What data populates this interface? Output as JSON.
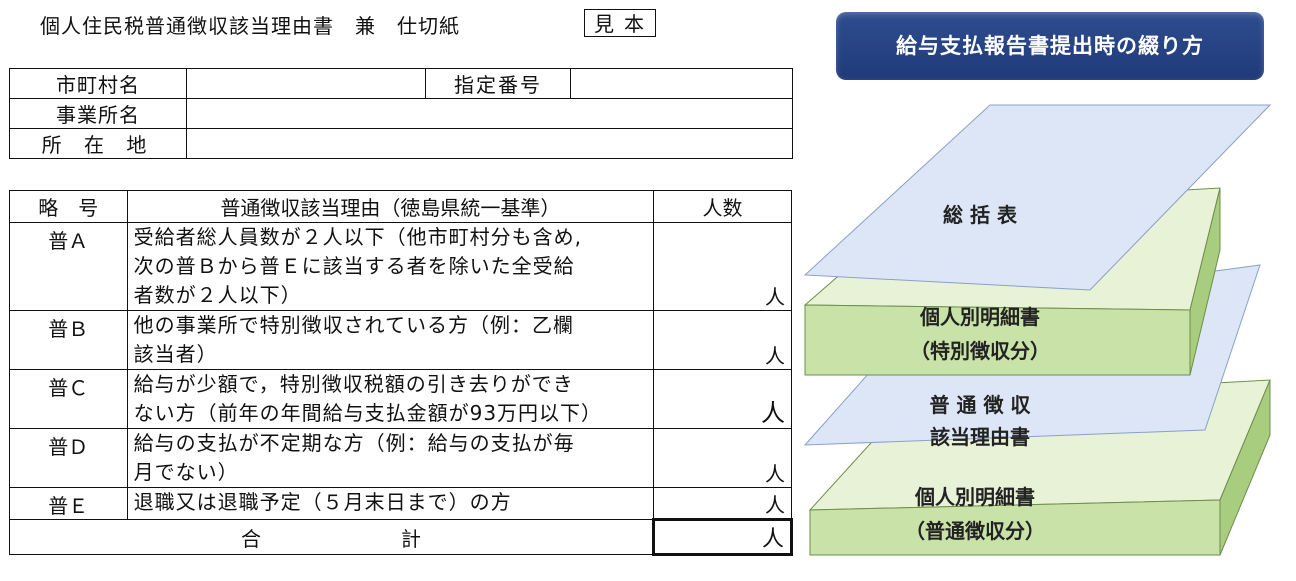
{
  "document": {
    "title": "個人住民税普通徴収該当理由書　兼　仕切紙",
    "sample_mark": "見本"
  },
  "info_table": {
    "municipality_label": "市町村名",
    "designation_number_label": "指定番号",
    "business_name_label": "事業所名",
    "address_label": "所 在 地"
  },
  "reasons_table": {
    "headers": {
      "code": "略　号",
      "reason": "普通徴収該当理由（徳島県統一基準）",
      "count": "人数"
    },
    "rows": [
      {
        "code": "普Ａ",
        "reason": [
          "受給者総人員数が２人以下（他市町村分も含め,",
          "次の普Ｂから普Ｅに該当する者を除いた全受給",
          "者数が２人以下）"
        ],
        "unit": "人"
      },
      {
        "code": "普Ｂ",
        "reason": [
          "他の事業所で特別徴収されている方（例：乙欄",
          "該当者）"
        ],
        "unit": "人"
      },
      {
        "code": "普Ｃ",
        "reason": [
          "給与が少額で，特別徴収税額の引き去りができ",
          "ない方（前年の年間給与支払金額が93万円以下）"
        ],
        "unit": "人"
      },
      {
        "code": "普Ｄ",
        "reason": [
          "給与の支払が不定期な方（例：給与の支払が毎",
          "月でない）"
        ],
        "unit": "人"
      },
      {
        "code": "普Ｅ",
        "reason": [
          "退職又は退職予定（５月末日まで）の方"
        ],
        "unit": "人"
      }
    ],
    "total_label": "合計",
    "total_unit": "人"
  },
  "diagram": {
    "banner": "給与支払報告書提出時の綴り方",
    "layers": [
      {
        "line1": "総 括 表",
        "line2": ""
      },
      {
        "line1": "個人別明細書",
        "line2": "（特別徴収分）"
      },
      {
        "line1": "普 通 徴 収",
        "line2": "該当理由書"
      },
      {
        "line1": "個人別明細書",
        "line2": "（普通徴収分）"
      }
    ],
    "colors": {
      "banner": "#2f4d8f",
      "blue_sheet": "#dde6f6",
      "green_top": "#e8f2d6",
      "green_side": "#b6d68f",
      "green_front": "#c9e2a8"
    }
  }
}
